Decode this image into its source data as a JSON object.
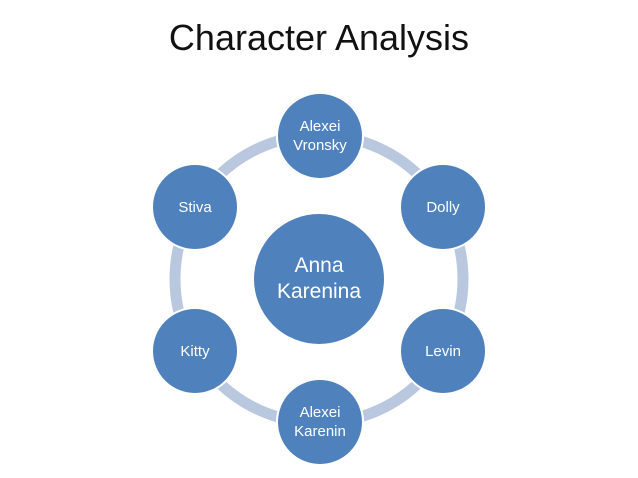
{
  "title": "Character Analysis",
  "diagram": {
    "type": "radial-cycle",
    "colors": {
      "node_fill": "#4f81bd",
      "node_border": "#ffffff",
      "ring": "#b9c8df",
      "text": "#ffffff"
    },
    "center": {
      "label": "Anna\nKarenina"
    },
    "outer_nodes": [
      {
        "label": "Alexei\nVronsky"
      },
      {
        "label": "Dolly"
      },
      {
        "label": "Levin"
      },
      {
        "label": "Alexei\nKarenin"
      },
      {
        "label": "Kitty"
      },
      {
        "label": "Stiva"
      }
    ]
  }
}
